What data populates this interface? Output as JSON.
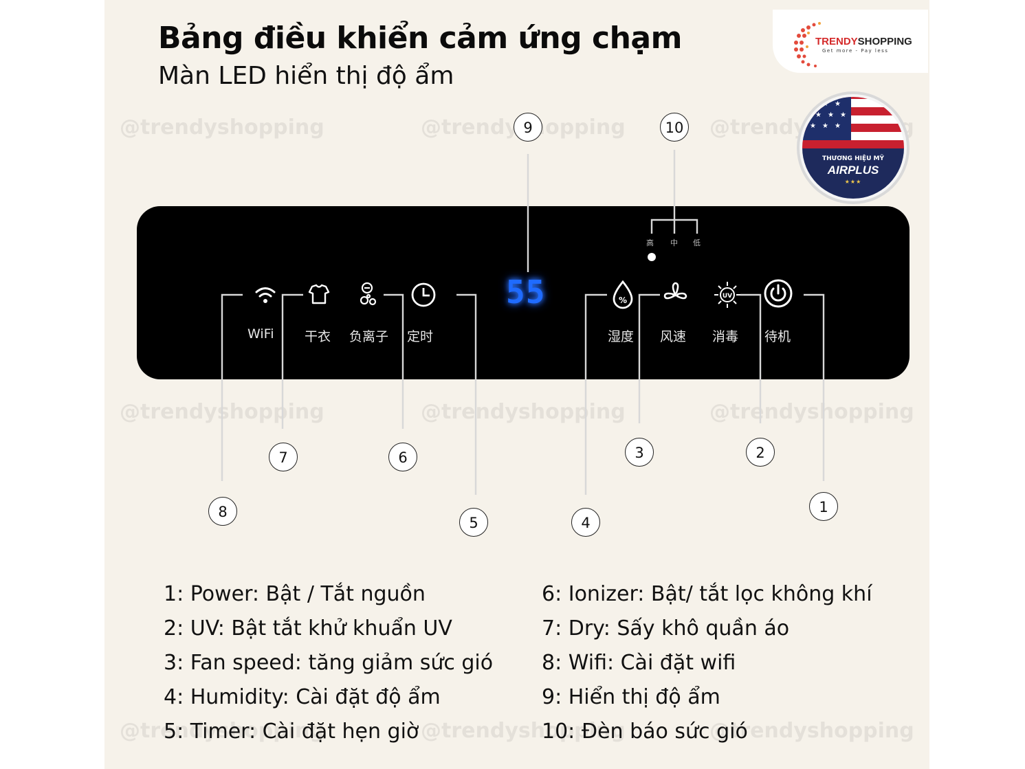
{
  "header": {
    "title": "Bảng điều khiển cảm ứng chạm",
    "subtitle": "Màn LED hiển thị độ ẩm"
  },
  "watermark": "@trendyshopping",
  "logo": {
    "brand_part1": "TRENDY",
    "brand_part2": "SHOPPING",
    "tagline": "Get more - Pay less"
  },
  "badge": {
    "line1": "THƯƠNG HIỆU MỸ",
    "line2": "AIRPLUS",
    "stars": "★★★"
  },
  "panel": {
    "display_value": "55",
    "left_buttons": [
      {
        "label": "WiFi",
        "icon": "wifi-icon"
      },
      {
        "label": "干衣",
        "icon": "shirt-icon"
      },
      {
        "label": "负离子",
        "icon": "ionizer-icon"
      },
      {
        "label": "定时",
        "icon": "clock-icon"
      }
    ],
    "right_buttons": [
      {
        "label": "湿度",
        "icon": "humidity-drop-icon"
      },
      {
        "label": "风速",
        "icon": "fan-icon"
      },
      {
        "label": "消毒",
        "icon": "uv-icon"
      },
      {
        "label": "待机",
        "icon": "power-icon"
      }
    ],
    "fan_levels": [
      "高",
      "中",
      "低"
    ]
  },
  "callouts": [
    "1",
    "2",
    "3",
    "4",
    "5",
    "6",
    "7",
    "8",
    "9",
    "10"
  ],
  "legend": {
    "left": [
      "1: Power: Bật / Tắt nguồn",
      "2: UV: Bật tắt khử khuẩn UV",
      "3: Fan speed: tăng giảm sức gió",
      "4: Humidity: Cài đặt độ ẩm",
      "5: Timer: Cài đặt hẹn giờ"
    ],
    "right": [
      "6: Ionizer: Bật/ tắt lọc không khí",
      "7: Dry: Sấy khô quần áo",
      "8: Wifi: Cài đặt wifi",
      "9: Hiển thị độ ẩm",
      "10: Đèn báo sức gió"
    ]
  },
  "colors": {
    "panel": "#000000",
    "led": "#1f6bff",
    "background": "#f6f2ea",
    "brand_red": "#d42a2a"
  }
}
